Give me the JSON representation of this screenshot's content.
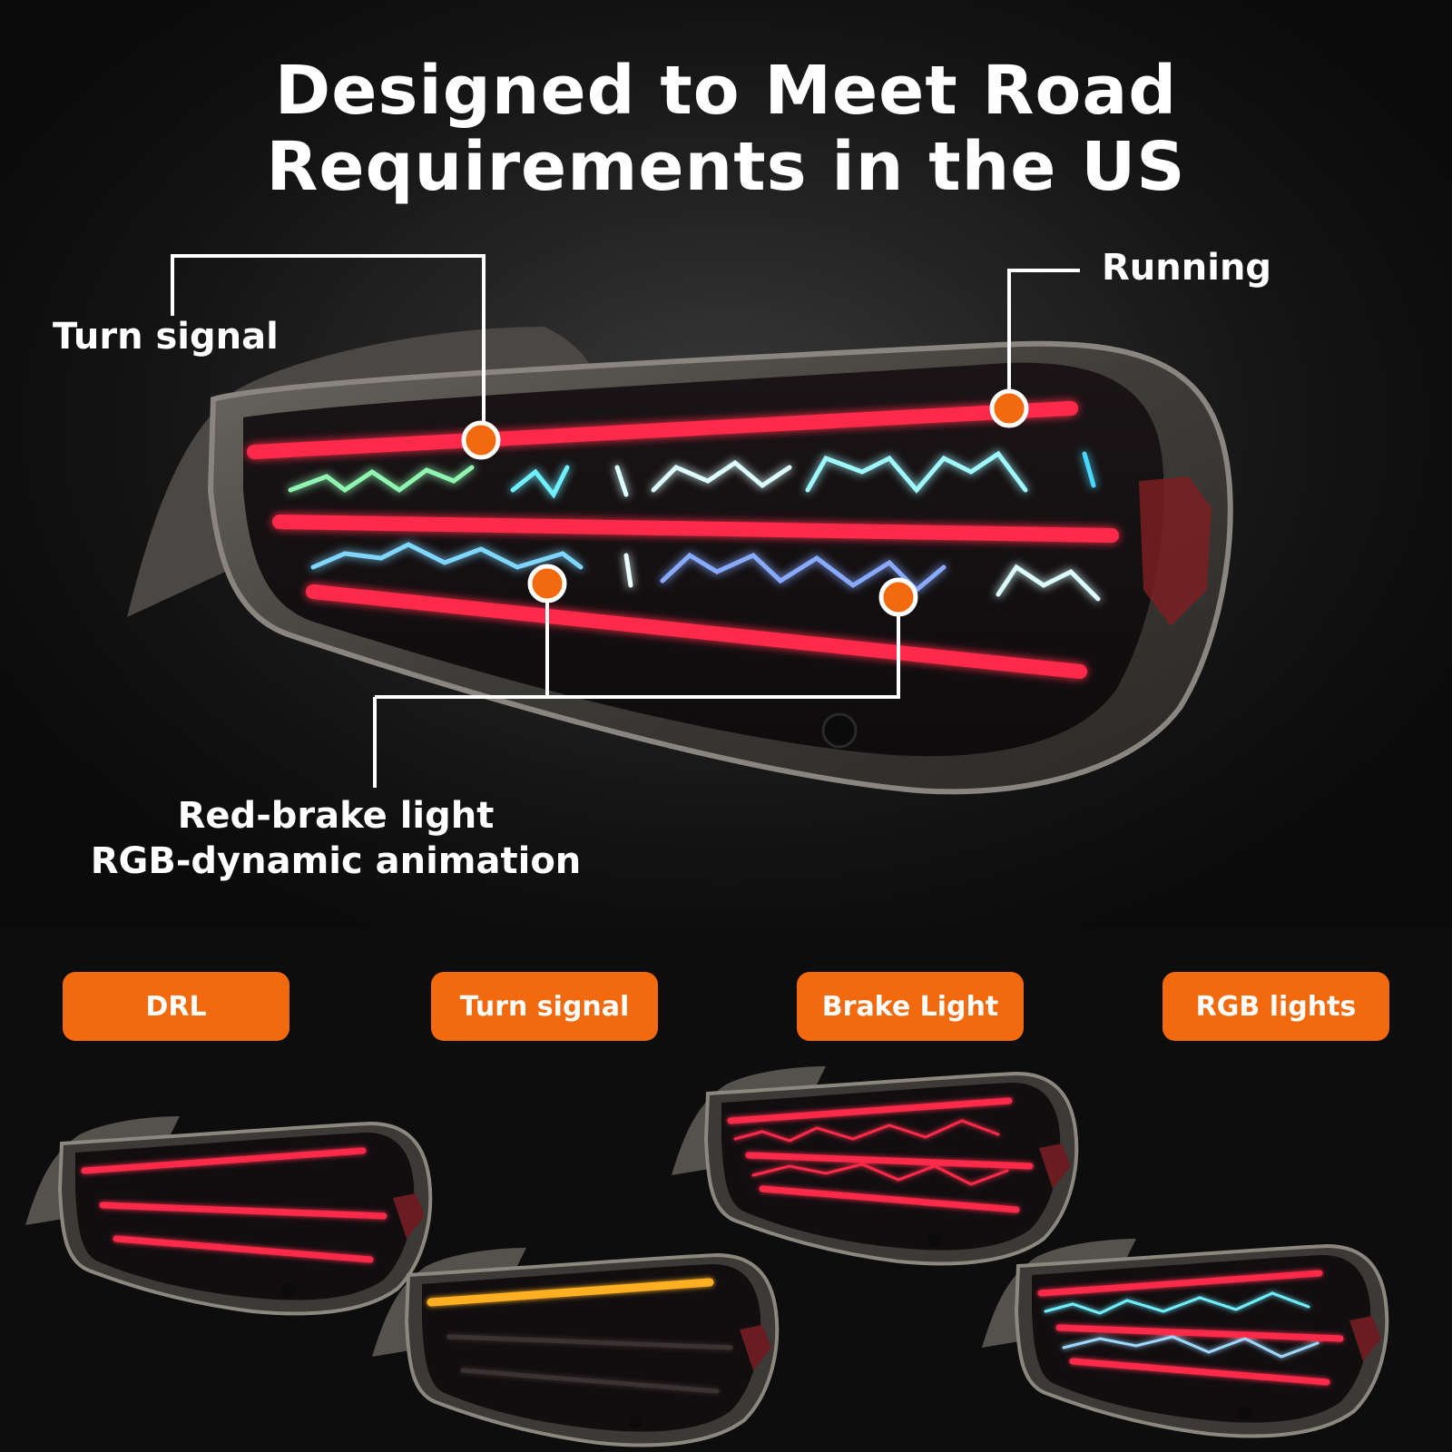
{
  "headline": {
    "line1": "Designed to Meet Road",
    "line2": "Requirements in the US"
  },
  "callouts": {
    "turn_signal": "Turn signal",
    "running": "Running",
    "brake_line1": "Red-brake light",
    "brake_line2": "RGB-dynamic animation"
  },
  "modes": [
    {
      "label": "DRL"
    },
    {
      "label": "Turn signal"
    },
    {
      "label": "Brake Light"
    },
    {
      "label": "RGB lights"
    }
  ],
  "colors": {
    "accent": "#f26a0d",
    "brake_red": "#ff2a4a",
    "turn_amber": "#ffb020",
    "rgb_cyan": "#6ff0ff"
  }
}
